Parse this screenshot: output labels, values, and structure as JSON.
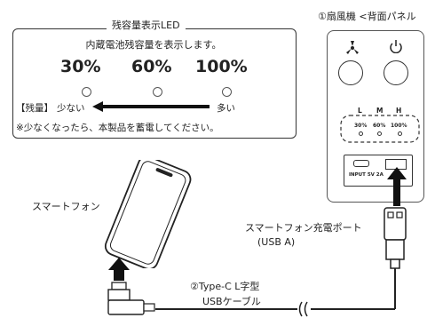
{
  "battery_legend": {
    "title": "残容量表示LED",
    "description": "内蔵電池残容量を表示します。",
    "levels": [
      "30%",
      "60%",
      "100%"
    ],
    "remaining_label": "【残量】",
    "low_label": "少ない",
    "high_label": "多い",
    "note": "※少なくなったら、本製品を蓄電してください。"
  },
  "fan": {
    "title": "①扇風機 <背面パネル",
    "knob_icons": [
      "fan-icon",
      "power-icon"
    ],
    "led_letters": [
      "L",
      "M",
      "H"
    ],
    "led_percents": [
      "30%",
      "60%",
      "100%"
    ],
    "input_label": "INPUT 5V 2A"
  },
  "labels": {
    "phone": "スマートフォン",
    "usb_port_line1": "スマートフォン充電ポート",
    "usb_port_line2": "(USB A)",
    "cable_line1": "②Type-C L字型",
    "cable_line2": "USBケーブル"
  }
}
